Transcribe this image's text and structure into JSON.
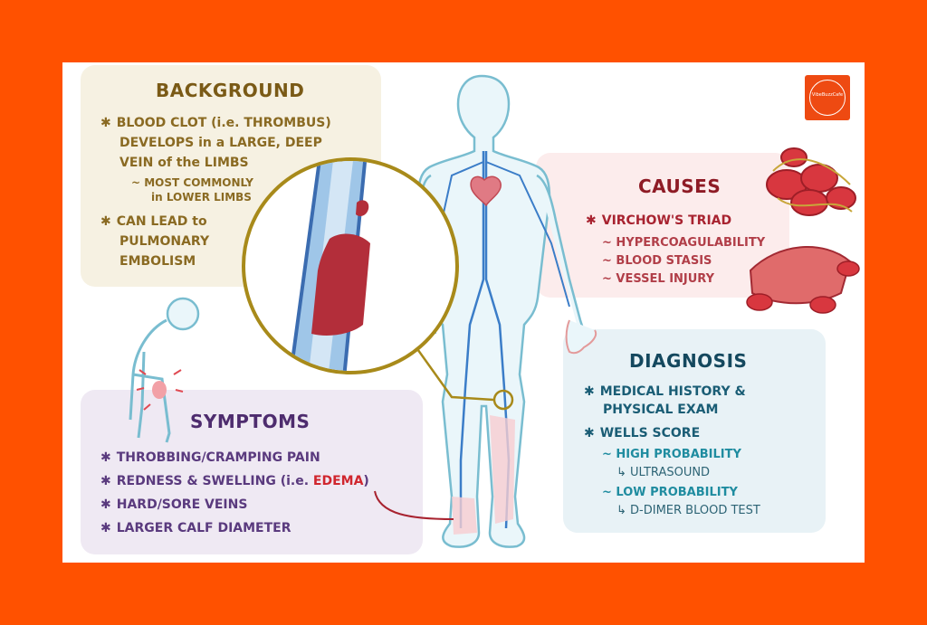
{
  "logo_text": "VibeBuzzCafe",
  "background": {
    "title": "BACKGROUND",
    "bullets": [
      "BLOOD CLOT (i.e. THROMBUS)",
      "DEVELOPS in a LARGE, DEEP",
      "VEIN of the LIMBS"
    ],
    "sub": [
      "~ MOST COMMONLY",
      "in LOWER LIMBS"
    ],
    "bullet2": [
      "CAN LEAD to",
      "PULMONARY",
      "EMBOLISM"
    ]
  },
  "causes": {
    "title": "CAUSES",
    "main": "VIRCHOW'S TRIAD",
    "items": [
      "~ HYPERCOAGULABILITY",
      "~ BLOOD STASIS",
      "~ VESSEL INJURY"
    ]
  },
  "diagnosis": {
    "title": "DIAGNOSIS",
    "item1": [
      "MEDICAL HISTORY &",
      "PHYSICAL EXAM"
    ],
    "item2": "WELLS SCORE",
    "high": "~ HIGH PROBABILITY",
    "high_next": "↳ ULTRASOUND",
    "low": "~ LOW PROBABILITY",
    "low_next": "↳ D-DIMER BLOOD TEST"
  },
  "symptoms": {
    "title": "SYMPTOMS",
    "items": [
      "THROBBING/CRAMPING PAIN",
      "REDNESS & SWELLING (i.e. ",
      "HARD/SORE VEINS",
      "LARGER CALF DIAMETER"
    ],
    "edema": "EDEMA",
    "edema_close": ")"
  },
  "bullet_symbol": "✱",
  "colors": {
    "frame": "#FF5100",
    "background_panel": "#F6F1E2",
    "causes_panel": "#FCECEC",
    "diagnosis_panel": "#E8F2F6",
    "symptoms_panel": "#EFE9F3",
    "clot": "#B32E3A"
  },
  "icons": [
    "body-outline-illustration",
    "magnified-clot-illustration",
    "red-blood-cells-illustration",
    "bent-person-pain-illustration"
  ]
}
